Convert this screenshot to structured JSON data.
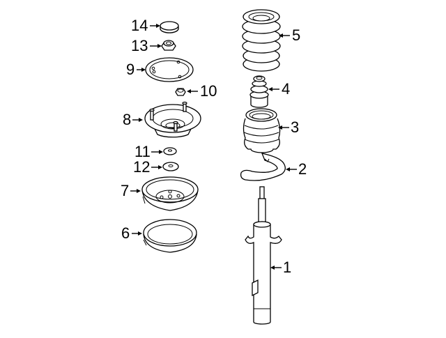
{
  "diagram": {
    "type": "exploded-parts-diagram",
    "subject": "front strut / suspension assembly",
    "parts": [
      {
        "id": "1",
        "label": "1",
        "component": "strut-body"
      },
      {
        "id": "2",
        "label": "2",
        "component": "spring-pad-lower"
      },
      {
        "id": "3",
        "label": "3",
        "component": "dust-boot"
      },
      {
        "id": "4",
        "label": "4",
        "component": "bump-stop"
      },
      {
        "id": "5",
        "label": "5",
        "component": "coil-spring"
      },
      {
        "id": "6",
        "label": "6",
        "component": "spring-seat-insulator"
      },
      {
        "id": "7",
        "label": "7",
        "component": "upper-spring-seat"
      },
      {
        "id": "8",
        "label": "8",
        "component": "strut-mount"
      },
      {
        "id": "9",
        "label": "9",
        "component": "mount-gasket"
      },
      {
        "id": "10",
        "label": "10",
        "component": "mount-nut"
      },
      {
        "id": "11",
        "label": "11",
        "component": "washer-small"
      },
      {
        "id": "12",
        "label": "12",
        "component": "washer-large"
      },
      {
        "id": "13",
        "label": "13",
        "component": "strut-nut"
      },
      {
        "id": "14",
        "label": "14",
        "component": "cap"
      }
    ]
  }
}
